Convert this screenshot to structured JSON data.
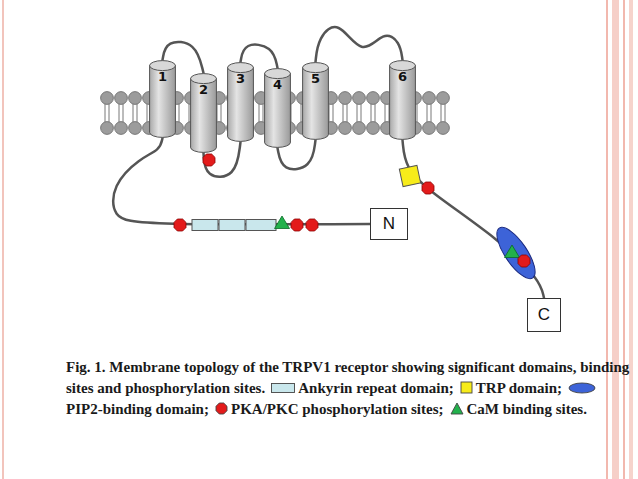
{
  "diagram": {
    "caption": "Fig. 1. Membrane topology of the TRPV1 receptor showing significant domains, binding sites and phosphorylation sites.",
    "nodes": [
      {
        "text": [
          "1"
        ]
      },
      {
        "text": [
          "2"
        ]
      },
      {
        "text": [
          "3"
        ]
      },
      {
        "text": [
          "4"
        ]
      },
      {
        "text": [
          "5"
        ]
      },
      {
        "text": [
          "6"
        ]
      },
      {
        "text": [
          "N"
        ]
      },
      {
        "text": [
          "C"
        ]
      }
    ],
    "edges": [
      {
        "from": 6,
        "to": 0,
        "arrow": "none"
      },
      {
        "from": 0,
        "to": 1,
        "arrow": "none"
      },
      {
        "from": 1,
        "to": 2,
        "arrow": "none"
      },
      {
        "from": 2,
        "to": 3,
        "arrow": "none"
      },
      {
        "from": 3,
        "to": 4,
        "arrow": "none"
      },
      {
        "from": 4,
        "to": 5,
        "arrow": "none"
      },
      {
        "from": 5,
        "to": 7,
        "arrow": "none"
      }
    ],
    "legend": [
      {
        "text": "Ankyrin repeat domain;",
        "color": "#c9e7ec"
      },
      {
        "text": "TRP domain;",
        "color": "#f7ec1a"
      },
      {
        "text": "PIP2-binding domain;"
      },
      {
        "text": "PKA/PKC phosphorylation sites;"
      },
      {
        "text": "CaM binding sites."
      }
    ]
  }
}
